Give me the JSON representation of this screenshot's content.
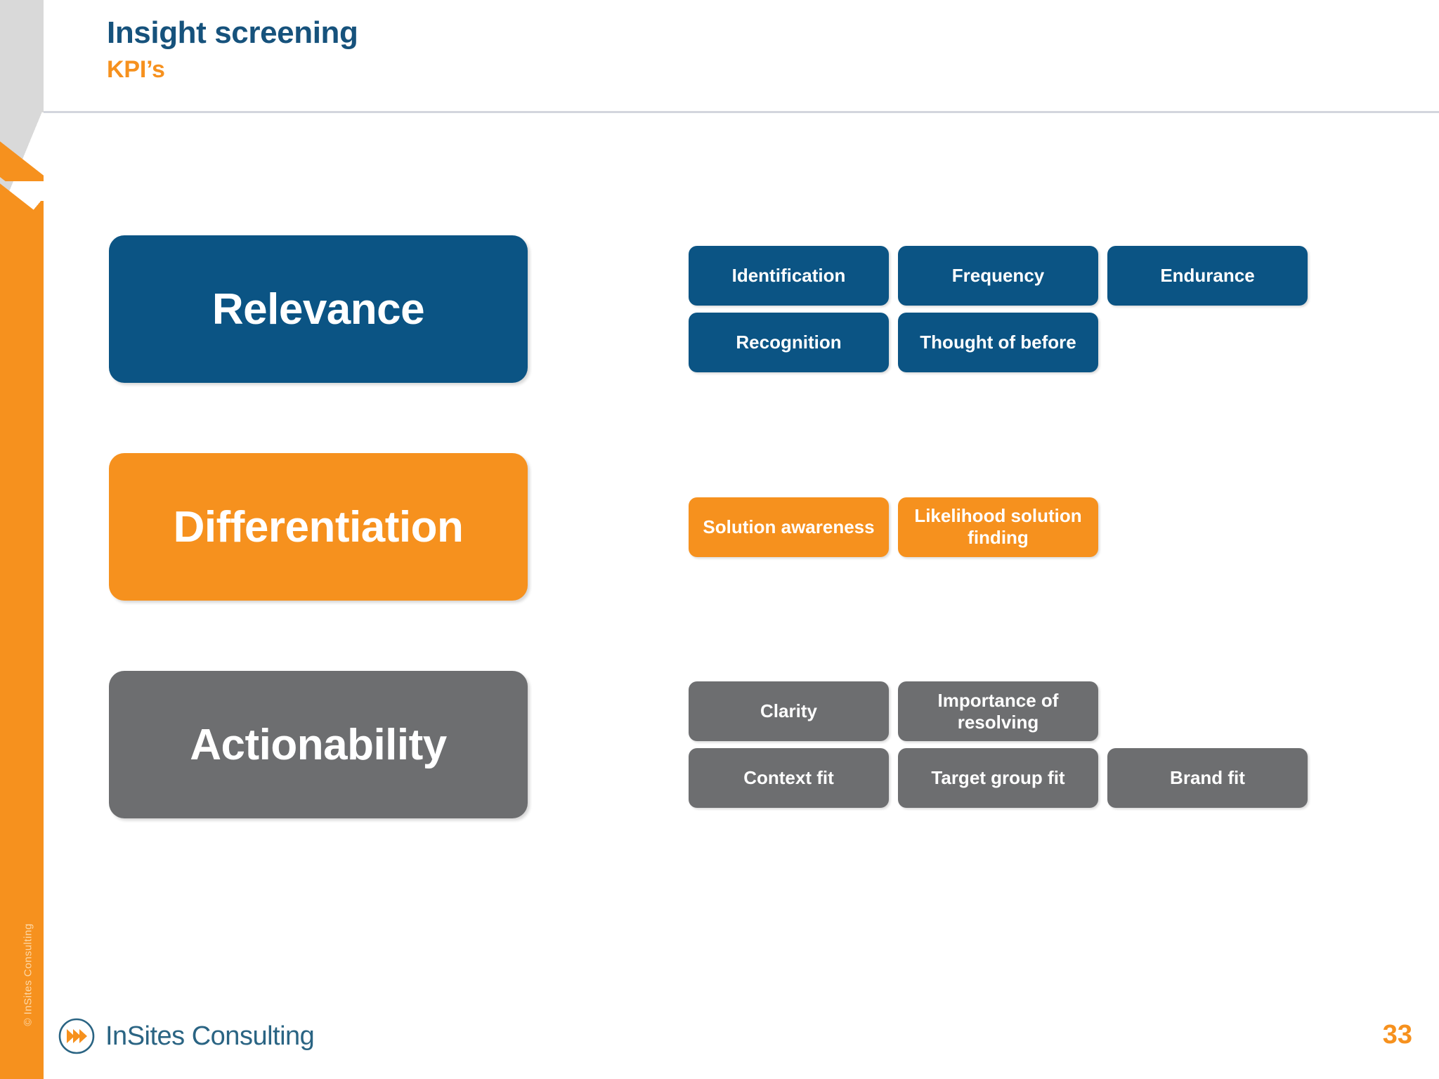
{
  "slide": {
    "title": "Insight screening",
    "subtitle": "KPI’s",
    "page_number": "33",
    "copyright": "© InSites Consulting"
  },
  "colors": {
    "blue": "#0b5484",
    "orange": "#f6911e",
    "grey": "#6d6e70",
    "title_blue": "#16527c",
    "logo_text": "#2a6483",
    "rule": "#d3d6dd",
    "left_grey": "#d9d9d9"
  },
  "footer": {
    "logo_name": "InSites Consulting",
    "logo_icon": "chevron-circle-logo-icon"
  },
  "rows": [
    {
      "category": "Relevance",
      "theme": "blue",
      "kpis": [
        {
          "label": "Identification",
          "row": 0,
          "col": 0
        },
        {
          "label": "Frequency",
          "row": 0,
          "col": 1
        },
        {
          "label": "Endurance",
          "row": 0,
          "col": 2
        },
        {
          "label": "Recognition",
          "row": 1,
          "col": 0
        },
        {
          "label": "Thought of before",
          "row": 1,
          "col": 1
        }
      ]
    },
    {
      "category": "Differentiation",
      "theme": "orange",
      "kpis": [
        {
          "label": "Solution awareness",
          "row": 0,
          "col": 0
        },
        {
          "label": "Likelihood solution finding",
          "row": 0,
          "col": 1
        }
      ]
    },
    {
      "category": "Actionability",
      "theme": "grey",
      "kpis": [
        {
          "label": "Clarity",
          "row": 0,
          "col": 0
        },
        {
          "label": "Importance of resolving",
          "row": 0,
          "col": 1
        },
        {
          "label": "Context fit",
          "row": 1,
          "col": 0
        },
        {
          "label": "Target group fit",
          "row": 1,
          "col": 1
        },
        {
          "label": "Brand fit",
          "row": 1,
          "col": 2
        }
      ]
    }
  ]
}
